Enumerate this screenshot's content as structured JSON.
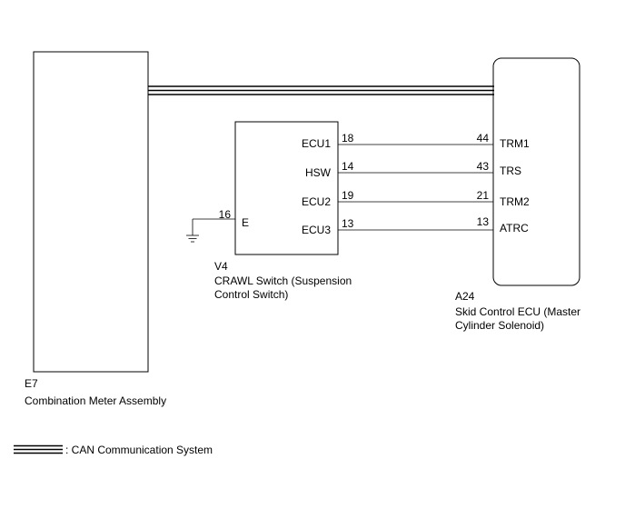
{
  "components": {
    "meter": {
      "code": "E7",
      "name": "Combination Meter Assembly"
    },
    "crawl_switch": {
      "code": "V4",
      "name_line1": "CRAWL Switch (Suspension",
      "name_line2": "Control Switch)",
      "pins": {
        "ecu1": "ECU1",
        "hsw": "HSW",
        "ecu2": "ECU2",
        "ecu3": "ECU3",
        "e": "E"
      },
      "ground_pin": "16"
    },
    "skid_ecu": {
      "code": "A24",
      "name_line1": "Skid Control ECU (Master",
      "name_line2": "Cylinder Solenoid)",
      "pins": {
        "trm1": "TRM1",
        "trs": "TRS",
        "trm2": "TRM2",
        "atrc": "ATRC"
      }
    }
  },
  "wires": [
    {
      "from_pin": "18",
      "to_pin": "44"
    },
    {
      "from_pin": "14",
      "to_pin": "43"
    },
    {
      "from_pin": "19",
      "to_pin": "21"
    },
    {
      "from_pin": "13",
      "to_pin": "13"
    }
  ],
  "legend": {
    "label": ": CAN Communication System"
  }
}
